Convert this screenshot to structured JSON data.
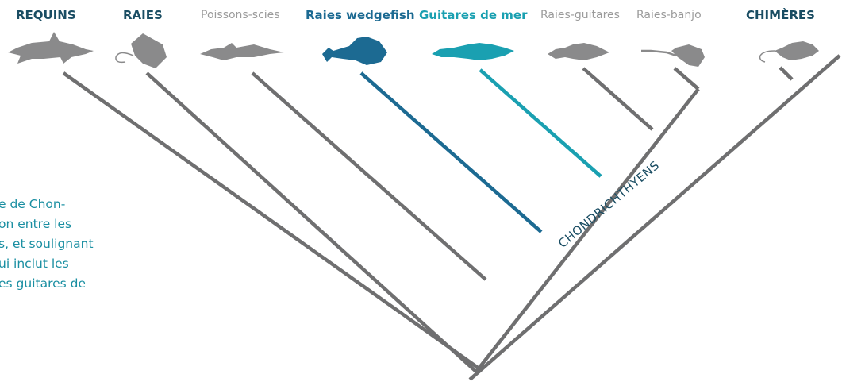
{
  "taxa": {
    "requins": "REQUINS",
    "raies": "RAIES",
    "poissons_scies": "Poissons-scies",
    "raies_wedgefish": "Raies wedgefish",
    "guitares_de_mer": "Guitares de mer",
    "raies_guitares": "Raies-guitares",
    "raies_banjo": "Raies-banjo",
    "chimeres": "CHIMÈRES"
  },
  "clade_label": "CHONDRICHTHYENS",
  "caption_lines": [
    "e de Chon-",
    "on entre les",
    "s, et soulignant",
    "ui inclut les",
    "es guitares de"
  ],
  "colors": {
    "branch_default": "#6f6f70",
    "branch_wedgefish": "#1c6a92",
    "branch_guitarfish": "#1aa0b1",
    "silhouette_default": "#8a8a8b",
    "label_dark": "#1a4d63",
    "label_light": "#9b9b9b",
    "caption": "#1a8fa2"
  },
  "icons": [
    "shark-icon",
    "ray-icon",
    "sawfish-icon",
    "wedgefish-icon",
    "guitarfish-icon",
    "shovelnose-ray-icon",
    "banjo-ray-icon",
    "chimaera-icon"
  ]
}
